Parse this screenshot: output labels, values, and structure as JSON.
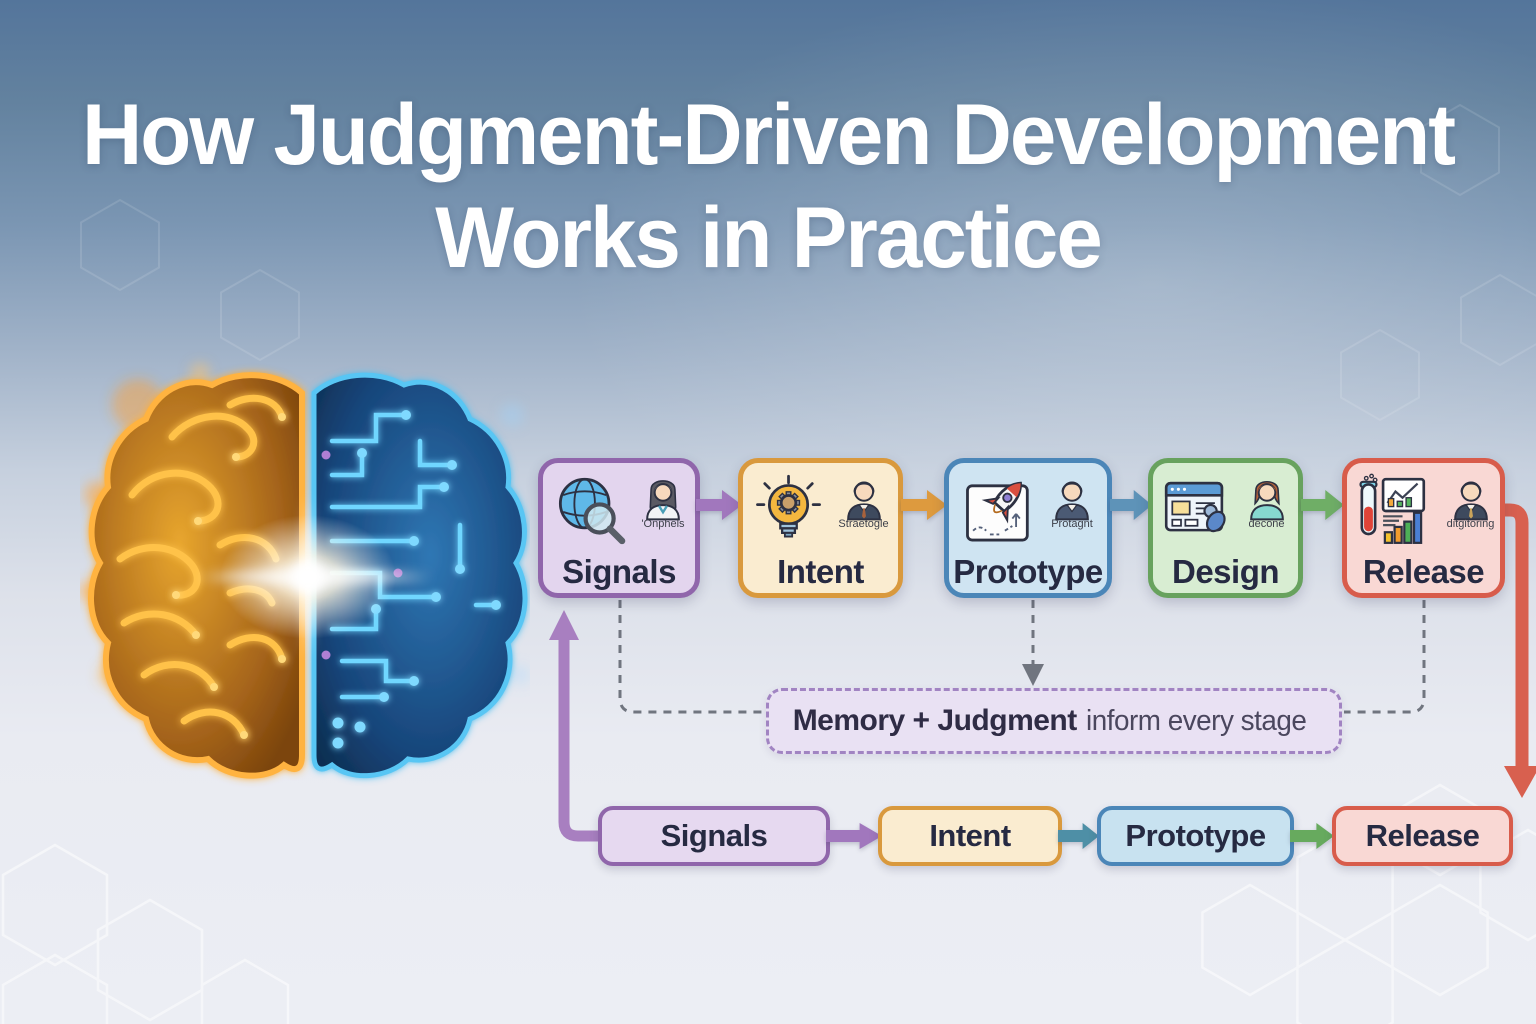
{
  "title": {
    "line1": "How Judgment-Driven Development",
    "line2": "Works in Practice",
    "color": "#ffffff"
  },
  "brain": {
    "left_half_icon": "organic-brain-left-icon",
    "right_half_icon": "circuit-brain-right-icon",
    "left_glow_color": "#ffb340",
    "right_glow_color": "#59c6f4"
  },
  "stages_top": [
    {
      "label": "Signals",
      "caption": "'Onphels",
      "icon": "globe-search-icon",
      "avatar": "female-analyst-avatar-icon",
      "border": "#9066ab",
      "fill": "#e3d5ee"
    },
    {
      "label": "Intent",
      "caption": "Straetogle",
      "icon": "lightbulb-gear-icon",
      "avatar": "male-strategist-avatar-icon",
      "border": "#d9993d",
      "fill": "#faecd0"
    },
    {
      "label": "Prototype",
      "caption": "Protagnt",
      "icon": "rocket-blueprint-icon",
      "avatar": "male-builder-avatar-icon",
      "border": "#4b86b8",
      "fill": "#cfe4f2"
    },
    {
      "label": "Design",
      "caption": "decone",
      "icon": "browser-tool-icon",
      "avatar": "female-designer-avatar-icon",
      "border": "#68a25e",
      "fill": "#d8edd2"
    },
    {
      "label": "Release",
      "caption": "ditgitoring",
      "icon": "testtube-chart-icon",
      "avatar": "male-analyst-avatar-icon",
      "border": "#d85c4b",
      "fill": "#f9d8d4"
    }
  ],
  "arrows_top": [
    {
      "color": "#a177bd"
    },
    {
      "color": "#dd9a3e"
    },
    {
      "color": "#5e93b8"
    },
    {
      "color": "#6fae66"
    }
  ],
  "memory_banner": {
    "bold_text": "Memory + Judgment",
    "regular_text": "inform every stage",
    "border": "#a184c2",
    "fill": "#e9e1f3"
  },
  "stages_bottom": [
    {
      "label": "Signals",
      "border": "#9066ab",
      "fill": "#e6d9f0"
    },
    {
      "label": "Intent",
      "border": "#d9993d",
      "fill": "#faecd0"
    },
    {
      "label": "Prototype",
      "border": "#4b86b8",
      "fill": "#c8e2f0"
    },
    {
      "label": "Release",
      "border": "#d85c4b",
      "fill": "#f9d8d4"
    }
  ],
  "arrows_bottom": [
    {
      "color": "#a177bd"
    },
    {
      "color": "#4e8fa6"
    },
    {
      "color": "#67aa5e"
    }
  ],
  "connectors": {
    "feedback_color": "#a87fc0",
    "redirect_color": "#d8604f",
    "dashed_color": "#70757f"
  }
}
